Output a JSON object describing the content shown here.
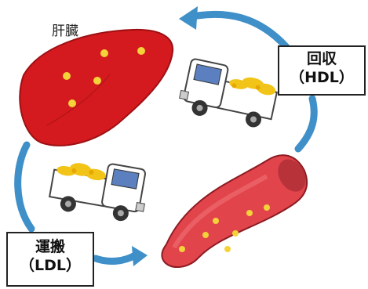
{
  "diagram": {
    "liver_label": "肝臓",
    "recovery": {
      "title": "回収",
      "subtitle": "（HDL）"
    },
    "transport": {
      "title": "運搬",
      "subtitle": "（LDL）"
    }
  },
  "colors": {
    "liver": "#d41a1e",
    "liver_dark": "#9e1014",
    "fat_dot": "#f4d23a",
    "vessel": "#e2444c",
    "vessel_inner": "#f06060",
    "arrow": "#3f8fc9",
    "truck_body": "#ffffff",
    "truck_window": "#5b7fbf",
    "cargo": "#f2c418"
  }
}
